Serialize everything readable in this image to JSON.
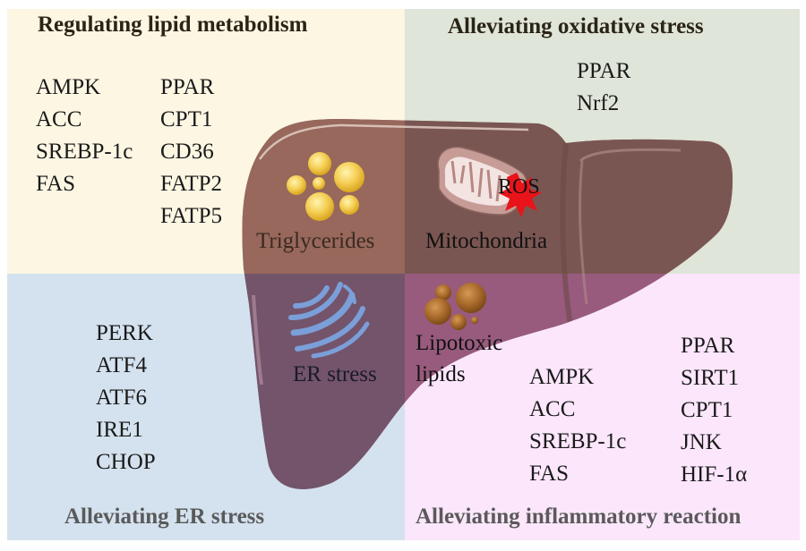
{
  "quadrants": {
    "top_left": {
      "title": "Regulating lipid metabolism",
      "col1": [
        "AMPK",
        "ACC",
        "SREBP-1c",
        "FAS"
      ],
      "col2": [
        "PPAR",
        "CPT1",
        "CD36",
        "FATP2",
        "FATP5"
      ],
      "bg": "#fdf6e3"
    },
    "top_right": {
      "title": "Alleviating oxidative stress",
      "col1": [
        "PPAR",
        "Nrf2"
      ],
      "bg": "#dfe5d8"
    },
    "bottom_left": {
      "title": "Alleviating ER stress",
      "col1": [
        "PERK",
        "ATF4",
        "ATF6",
        "IRE1",
        "CHOP"
      ],
      "bg": "#d4e2ef"
    },
    "bottom_right": {
      "title": "Alleviating inflammatory reaction",
      "col1": [
        "AMPK",
        "ACC",
        "SREBP-1c",
        "FAS"
      ],
      "col2": [
        "PPAR",
        "SIRT1",
        "CPT1",
        "JNK",
        "HIF-1α"
      ],
      "bg": "#fbe6fb"
    }
  },
  "liver": {
    "labels": {
      "triglycerides": "Triglycerides",
      "mitochondria": "Mitochondria",
      "ros": "ROS",
      "er_stress": "ER stress",
      "lipotoxic": "Lipotoxic",
      "lipids": "lipids"
    },
    "colors": {
      "liver": "#7a5550",
      "triglyceride": "#f5cf55",
      "ros": "#e8141a",
      "er": "#7b9fd8",
      "lipotoxic": "#a8692a"
    }
  }
}
